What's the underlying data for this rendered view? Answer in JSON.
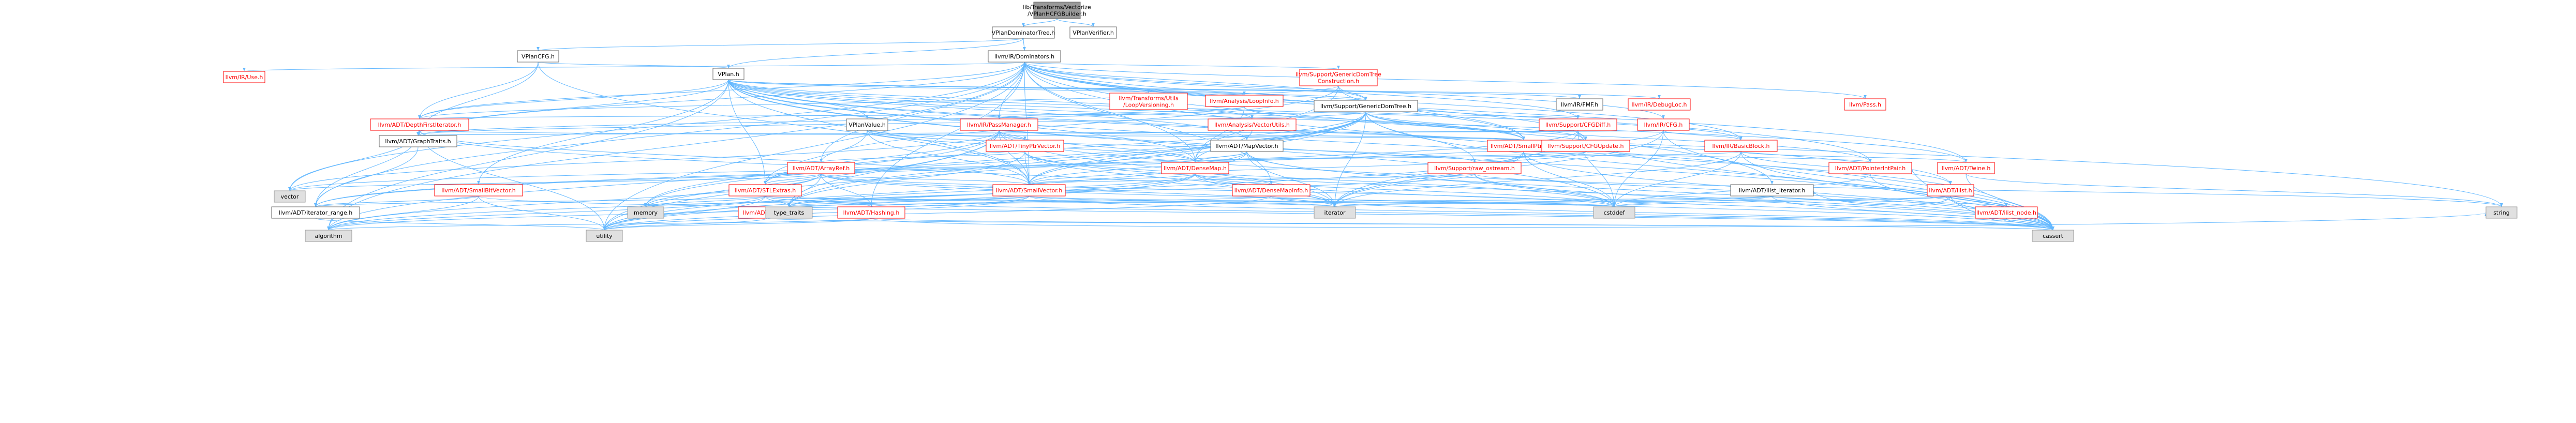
{
  "graph": {
    "colors": {
      "root_fill": "#999999",
      "root_text": "#000000",
      "local_fill": "#ffffff",
      "local_stroke": "#666666",
      "local_text": "#000000",
      "partial_stroke": "#ff0000",
      "partial_text": "#ff0000",
      "system_fill": "#e0e0e0",
      "system_stroke": "#999999",
      "edge": "#63b8ff"
    },
    "nodes": [
      {
        "id": "root",
        "label": "lib/Transforms/Vectorize\n/VPlanHCFGBuilder.h",
        "kind": "root"
      },
      {
        "id": "domtree",
        "label": "VPlanDominatorTree.h",
        "kind": "local"
      },
      {
        "id": "verifier",
        "label": "VPlanVerifier.h",
        "kind": "local"
      },
      {
        "id": "vplancfg",
        "label": "VPlanCFG.h",
        "kind": "local"
      },
      {
        "id": "dominators",
        "label": "llvm/IR/Dominators.h",
        "kind": "local"
      },
      {
        "id": "vplan",
        "label": "VPlan.h",
        "kind": "local"
      },
      {
        "id": "iruse",
        "label": "llvm/IR/Use.h",
        "kind": "partial"
      },
      {
        "id": "gendtcons",
        "label": "llvm/Support/GenericDomTree\nConstruction.h",
        "kind": "partial"
      },
      {
        "id": "loopver",
        "label": "llvm/Transforms/Utils\n/LoopVersioning.h",
        "kind": "partial"
      },
      {
        "id": "loopinfo",
        "label": "llvm/Analysis/LoopInfo.h",
        "kind": "partial"
      },
      {
        "id": "gendt",
        "label": "llvm/Support/GenericDomTree.h",
        "kind": "local"
      },
      {
        "id": "irfmf",
        "label": "llvm/IR/FMF.h",
        "kind": "local"
      },
      {
        "id": "debugloc",
        "label": "llvm/IR/DebugLoc.h",
        "kind": "partial"
      },
      {
        "id": "pass",
        "label": "llvm/Pass.h",
        "kind": "partial"
      },
      {
        "id": "vplanvalue",
        "label": "VPlanValue.h",
        "kind": "local"
      },
      {
        "id": "passmgr",
        "label": "llvm/IR/PassManager.h",
        "kind": "partial"
      },
      {
        "id": "vecutils",
        "label": "llvm/Analysis/VectorUtils.h",
        "kind": "partial"
      },
      {
        "id": "cfgdiff",
        "label": "llvm/Support/CFGDiff.h",
        "kind": "partial"
      },
      {
        "id": "ircfg",
        "label": "llvm/IR/CFG.h",
        "kind": "partial"
      },
      {
        "id": "dfi",
        "label": "llvm/ADT/DepthFirstIterator.h",
        "kind": "partial"
      },
      {
        "id": "graphtraits",
        "label": "llvm/ADT/GraphTraits.h",
        "kind": "local"
      },
      {
        "id": "tinyptr",
        "label": "llvm/ADT/TinyPtrVector.h",
        "kind": "partial"
      },
      {
        "id": "mapvector",
        "label": "llvm/ADT/MapVector.h",
        "kind": "local"
      },
      {
        "id": "smallptrset",
        "label": "llvm/ADT/SmallPtrSet.h",
        "kind": "partial"
      },
      {
        "id": "cfgupdate",
        "label": "llvm/Support/CFGUpdate.h",
        "kind": "partial"
      },
      {
        "id": "basicblock",
        "label": "llvm/IR/BasicBlock.h",
        "kind": "partial"
      },
      {
        "id": "arrayref",
        "label": "llvm/ADT/ArrayRef.h",
        "kind": "partial"
      },
      {
        "id": "densemap",
        "label": "llvm/ADT/DenseMap.h",
        "kind": "partial"
      },
      {
        "id": "rawostream",
        "label": "llvm/Support/raw_ostream.h",
        "kind": "partial"
      },
      {
        "id": "pointerintpair",
        "label": "llvm/ADT/PointerIntPair.h",
        "kind": "partial"
      },
      {
        "id": "twine",
        "label": "llvm/ADT/Twine.h",
        "kind": "partial"
      },
      {
        "id": "smallbitvector",
        "label": "llvm/ADT/SmallBitVector.h",
        "kind": "partial"
      },
      {
        "id": "stlextras",
        "label": "llvm/ADT/STLExtras.h",
        "kind": "partial"
      },
      {
        "id": "smallvector",
        "label": "llvm/ADT/SmallVector.h",
        "kind": "partial"
      },
      {
        "id": "densemapinfo",
        "label": "llvm/ADT/DenseMapInfo.h",
        "kind": "partial"
      },
      {
        "id": "ilistiter",
        "label": "llvm/ADT/ilist_iterator.h",
        "kind": "local"
      },
      {
        "id": "ilist",
        "label": "llvm/ADT/ilist.h",
        "kind": "partial"
      },
      {
        "id": "ilistnode",
        "label": "llvm/ADT/ilist_node.h",
        "kind": "partial"
      },
      {
        "id": "iterrange",
        "label": "llvm/ADT/iterator_range.h",
        "kind": "local"
      },
      {
        "id": "apint",
        "label": "llvm/ADT/APInt.h",
        "kind": "partial"
      },
      {
        "id": "hashing",
        "label": "llvm/ADT/Hashing.h",
        "kind": "partial"
      },
      {
        "id": "vector",
        "label": "vector",
        "kind": "system"
      },
      {
        "id": "memory",
        "label": "memory",
        "kind": "system"
      },
      {
        "id": "typetraits",
        "label": "type_traits",
        "kind": "system"
      },
      {
        "id": "iterator",
        "label": "iterator",
        "kind": "system"
      },
      {
        "id": "cstddef",
        "label": "cstddef",
        "kind": "system"
      },
      {
        "id": "algorithm",
        "label": "algorithm",
        "kind": "system"
      },
      {
        "id": "utility",
        "label": "utility",
        "kind": "system"
      },
      {
        "id": "cassert",
        "label": "cassert",
        "kind": "system"
      },
      {
        "id": "string",
        "label": "string",
        "kind": "system"
      }
    ],
    "edges": [
      [
        "root",
        "domtree"
      ],
      [
        "root",
        "verifier"
      ],
      [
        "domtree",
        "vplancfg"
      ],
      [
        "domtree",
        "dominators"
      ],
      [
        "domtree",
        "vplan"
      ],
      [
        "vplancfg",
        "graphtraits"
      ],
      [
        "vplancfg",
        "vplan"
      ],
      [
        "vplancfg",
        "smallvector"
      ],
      [
        "vplancfg",
        "dfi"
      ],
      [
        "dominators",
        "iruse"
      ],
      [
        "dominators",
        "gendtcons"
      ],
      [
        "dominators",
        "gendt"
      ],
      [
        "dominators",
        "passmgr"
      ],
      [
        "dominators",
        "pass"
      ],
      [
        "dominators",
        "ircfg"
      ],
      [
        "dominators",
        "basicblock"
      ],
      [
        "dominators",
        "dfi"
      ],
      [
        "dominators",
        "graphtraits"
      ],
      [
        "dominators",
        "arrayref"
      ],
      [
        "dominators",
        "densemap"
      ],
      [
        "dominators",
        "smallptrset"
      ],
      [
        "dominators",
        "smallvector"
      ],
      [
        "dominators",
        "twine"
      ],
      [
        "dominators",
        "ilistiter"
      ],
      [
        "dominators",
        "iterrange"
      ],
      [
        "dominators",
        "hashing"
      ],
      [
        "dominators",
        "pointerintpair"
      ],
      [
        "dominators",
        "densemapinfo"
      ],
      [
        "dominators",
        "cassert"
      ],
      [
        "dominators",
        "utility"
      ],
      [
        "dominators",
        "algorithm"
      ],
      [
        "dominators",
        "vector"
      ],
      [
        "dominators",
        "cfgupdate"
      ],
      [
        "dominators",
        "cfgdiff"
      ],
      [
        "vplan",
        "loopver"
      ],
      [
        "vplan",
        "loopinfo"
      ],
      [
        "vplan",
        "gendt"
      ],
      [
        "vplan",
        "irfmf"
      ],
      [
        "vplan",
        "debugloc"
      ],
      [
        "vplan",
        "vplanvalue"
      ],
      [
        "vplan",
        "vecutils"
      ],
      [
        "vplan",
        "dfi"
      ],
      [
        "vplan",
        "graphtraits"
      ],
      [
        "vplan",
        "mapvector"
      ],
      [
        "vplan",
        "smallbitvector"
      ],
      [
        "vplan",
        "smallptrset"
      ],
      [
        "vplan",
        "smallvector"
      ],
      [
        "vplan",
        "twine"
      ],
      [
        "vplan",
        "ilist"
      ],
      [
        "vplan",
        "ilistnode"
      ],
      [
        "vplan",
        "basicblock"
      ],
      [
        "vplan",
        "densemap"
      ],
      [
        "vplan",
        "stlextras"
      ],
      [
        "vplan",
        "cassert"
      ],
      [
        "vplan",
        "string"
      ],
      [
        "vplan",
        "algorithm"
      ],
      [
        "vplan",
        "cstddef"
      ],
      [
        "gendtcons",
        "gendt"
      ],
      [
        "gendtcons",
        "dfi"
      ],
      [
        "gendtcons",
        "densemap"
      ],
      [
        "gendtcons",
        "smallptrset"
      ],
      [
        "gendtcons",
        "arrayref"
      ],
      [
        "loopinfo",
        "passmgr"
      ],
      [
        "loopinfo",
        "densemap"
      ],
      [
        "loopinfo",
        "smallptrset"
      ],
      [
        "loopinfo",
        "graphtraits"
      ],
      [
        "gendt",
        "cfgdiff"
      ],
      [
        "gendt",
        "cfgupdate"
      ],
      [
        "gendt",
        "rawostream"
      ],
      [
        "gendt",
        "dfi"
      ],
      [
        "gendt",
        "graphtraits"
      ],
      [
        "gendt",
        "pointerintpair"
      ],
      [
        "gendt",
        "smallptrset"
      ],
      [
        "gendt",
        "smallvector"
      ],
      [
        "gendt",
        "stlextras"
      ],
      [
        "gendt",
        "densemap"
      ],
      [
        "gendt",
        "memory"
      ],
      [
        "gendt",
        "typetraits"
      ],
      [
        "gendt",
        "utility"
      ],
      [
        "gendt",
        "algorithm"
      ],
      [
        "gendt",
        "cassert"
      ],
      [
        "gendt",
        "iterator"
      ],
      [
        "vplanvalue",
        "tinyptr"
      ],
      [
        "vplanvalue",
        "densemap"
      ],
      [
        "vplanvalue",
        "smallvector"
      ],
      [
        "vplanvalue",
        "stlextras"
      ],
      [
        "vplanvalue",
        "rawostream"
      ],
      [
        "passmgr",
        "tinyptr"
      ],
      [
        "passmgr",
        "densemap"
      ],
      [
        "passmgr",
        "smallptrset"
      ],
      [
        "passmgr",
        "smallvector"
      ],
      [
        "passmgr",
        "stlextras"
      ],
      [
        "passmgr",
        "typetraits"
      ],
      [
        "passmgr",
        "memory"
      ],
      [
        "passmgr",
        "vector"
      ],
      [
        "passmgr",
        "utility"
      ],
      [
        "passmgr",
        "iterator"
      ],
      [
        "passmgr",
        "cassert"
      ],
      [
        "vecutils",
        "mapvector"
      ],
      [
        "vecutils",
        "smallvector"
      ],
      [
        "cfgdiff",
        "graphtraits"
      ],
      [
        "cfgdiff",
        "cfgupdate"
      ],
      [
        "cfgdiff",
        "iterrange"
      ],
      [
        "cfgdiff",
        "cassert"
      ],
      [
        "cfgdiff",
        "cstddef"
      ],
      [
        "cfgdiff",
        "iterator"
      ],
      [
        "ircfg",
        "basicblock"
      ],
      [
        "ircfg",
        "graphtraits"
      ],
      [
        "ircfg",
        "iterrange"
      ],
      [
        "ircfg",
        "cassert"
      ],
      [
        "ircfg",
        "cstddef"
      ],
      [
        "ircfg",
        "iterator"
      ],
      [
        "dfi",
        "graphtraits"
      ],
      [
        "dfi",
        "smallptrset"
      ],
      [
        "dfi",
        "smallvector"
      ],
      [
        "dfi",
        "iterrange"
      ],
      [
        "dfi",
        "iterator"
      ],
      [
        "dfi",
        "utility"
      ],
      [
        "dfi",
        "vector"
      ],
      [
        "graphtraits",
        "iterrange"
      ],
      [
        "tinyptr",
        "arrayref"
      ],
      [
        "tinyptr",
        "smallvector"
      ],
      [
        "tinyptr",
        "cassert"
      ],
      [
        "tinyptr",
        "cstddef"
      ],
      [
        "tinyptr",
        "iterator"
      ],
      [
        "tinyptr",
        "typetraits"
      ],
      [
        "mapvector",
        "densemap"
      ],
      [
        "mapvector",
        "smallvector"
      ],
      [
        "mapvector",
        "cassert"
      ],
      [
        "mapvector",
        "cstddef"
      ],
      [
        "mapvector",
        "iterator"
      ],
      [
        "mapvector",
        "type_traits"
      ],
      [
        "mapvector",
        "utility"
      ],
      [
        "mapvector",
        "vector"
      ],
      [
        "smallptrset",
        "cassert"
      ],
      [
        "smallptrset",
        "cstddef"
      ],
      [
        "smallptrset",
        "iterator"
      ],
      [
        "smallptrset",
        "utility"
      ],
      [
        "cfgupdate",
        "rawostream"
      ],
      [
        "cfgupdate",
        "densemap"
      ],
      [
        "cfgupdate",
        "smallvector"
      ],
      [
        "cfgupdate",
        "pointerintpair"
      ],
      [
        "basicblock",
        "twine"
      ],
      [
        "basicblock",
        "ilist"
      ],
      [
        "basicblock",
        "iterator"
      ],
      [
        "basicblock",
        "cassert"
      ],
      [
        "basicblock",
        "cstddef"
      ],
      [
        "basicblock",
        "densemap"
      ],
      [
        "arrayref",
        "hashing"
      ],
      [
        "arrayref",
        "smallvector"
      ],
      [
        "arrayref",
        "stlextras"
      ],
      [
        "arrayref",
        "algorithm"
      ],
      [
        "arrayref",
        "cassert"
      ],
      [
        "arrayref",
        "cstddef"
      ],
      [
        "arrayref",
        "iterator"
      ],
      [
        "arrayref",
        "memory"
      ],
      [
        "arrayref",
        "typetraits"
      ],
      [
        "arrayref",
        "vector"
      ],
      [
        "densemap",
        "densemapinfo"
      ],
      [
        "densemap",
        "cassert"
      ],
      [
        "densemap",
        "cstddef"
      ],
      [
        "densemap",
        "iterator"
      ],
      [
        "densemap",
        "typetraits"
      ],
      [
        "densemap",
        "utility"
      ],
      [
        "densemap",
        "algorithm"
      ],
      [
        "densemap",
        "smallvector"
      ],
      [
        "rawostream",
        "cassert"
      ],
      [
        "rawostream",
        "cstddef"
      ],
      [
        "rawostream",
        "string"
      ],
      [
        "rawostream",
        "typetraits"
      ],
      [
        "rawostream",
        "smallvector"
      ],
      [
        "pointerintpair",
        "cassert"
      ],
      [
        "pointerintpair",
        "cstddef"
      ],
      [
        "twine",
        "cassert"
      ],
      [
        "twine",
        "string"
      ],
      [
        "smallbitvector",
        "iterrange"
      ],
      [
        "smallbitvector",
        "algorithm"
      ],
      [
        "smallbitvector",
        "cassert"
      ],
      [
        "smallbitvector",
        "utility"
      ],
      [
        "stlextras",
        "iterrange"
      ],
      [
        "stlextras",
        "hashing"
      ],
      [
        "stlextras",
        "algorithm"
      ],
      [
        "stlextras",
        "cassert"
      ],
      [
        "stlextras",
        "cstddef"
      ],
      [
        "stlextras",
        "iterator"
      ],
      [
        "stlextras",
        "memory"
      ],
      [
        "stlextras",
        "typetraits"
      ],
      [
        "stlextras",
        "utility"
      ],
      [
        "smallvector",
        "algorithm"
      ],
      [
        "smallvector",
        "cassert"
      ],
      [
        "smallvector",
        "cstddef"
      ],
      [
        "smallvector",
        "iterator"
      ],
      [
        "smallvector",
        "memory"
      ],
      [
        "smallvector",
        "typetraits"
      ],
      [
        "smallvector",
        "utility"
      ],
      [
        "densemapinfo",
        "hashing"
      ],
      [
        "densemapinfo",
        "cassert"
      ],
      [
        "densemapinfo",
        "cstddef"
      ],
      [
        "densemapinfo",
        "utility"
      ],
      [
        "ilistiter",
        "ilistnode"
      ],
      [
        "ilistiter",
        "cassert"
      ],
      [
        "ilistiter",
        "cstddef"
      ],
      [
        "ilistiter",
        "iterator"
      ],
      [
        "ilistiter",
        "typetraits"
      ],
      [
        "ilist",
        "ilistiter"
      ],
      [
        "ilist",
        "ilistnode"
      ],
      [
        "ilist",
        "cassert"
      ],
      [
        "ilist",
        "cstddef"
      ],
      [
        "ilist",
        "iterator"
      ],
      [
        "ilistnode",
        "pointerintpair"
      ],
      [
        "ilistnode",
        "cassert"
      ],
      [
        "iterrange",
        "utility"
      ],
      [
        "apint",
        "cassert"
      ],
      [
        "apint",
        "utility"
      ],
      [
        "hashing",
        "algorithm"
      ],
      [
        "hashing",
        "cassert"
      ],
      [
        "hashing",
        "string"
      ],
      [
        "hashing",
        "utility"
      ]
    ]
  }
}
